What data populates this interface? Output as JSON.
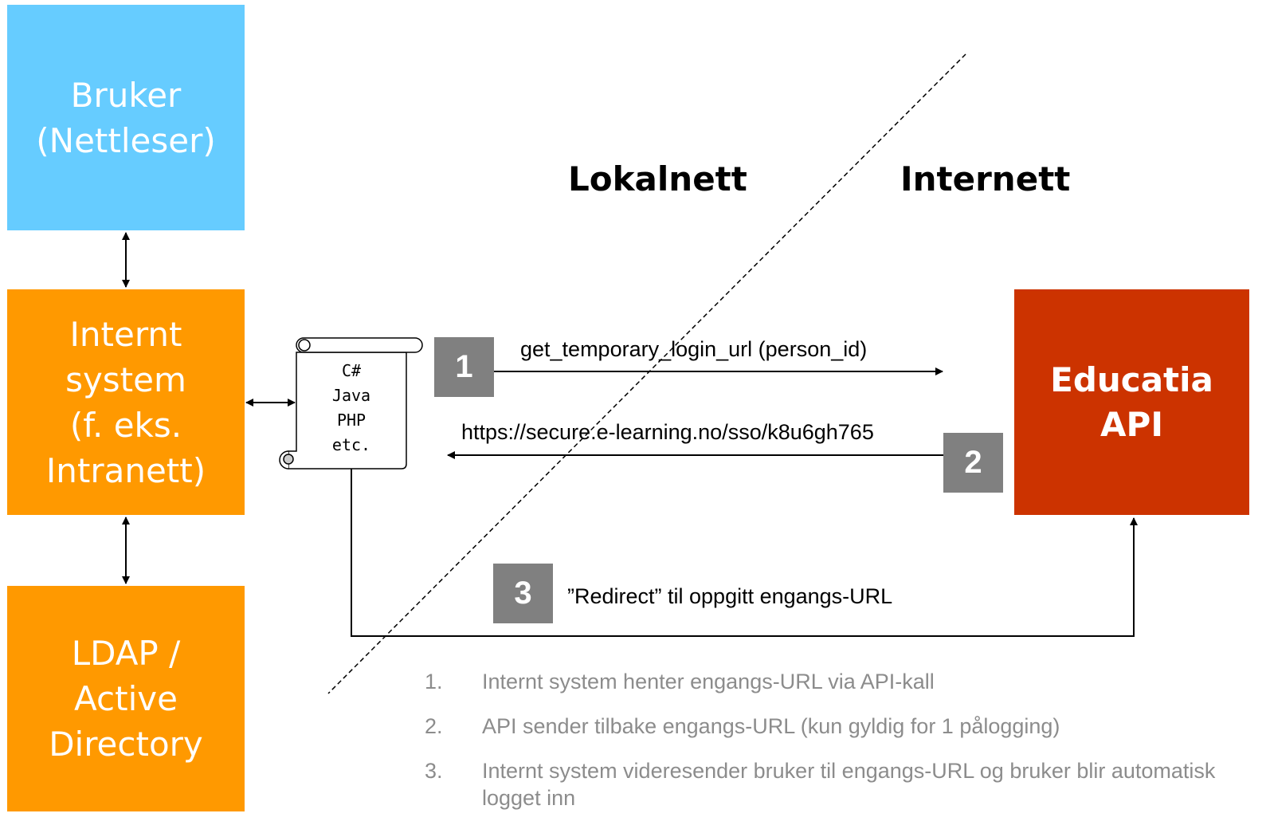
{
  "boxes": {
    "browser": "Bruker\n(Nettleser)",
    "internal": "Internt\nsystem\n(f. eks.\nIntranett)",
    "ldap": "LDAP /\nActive\nDirectory",
    "api": "Educatia\nAPI"
  },
  "zones": {
    "local": "Lokalnett",
    "internet": "Internett"
  },
  "script_languages": "C#\nJava\nPHP\netc.",
  "flows": [
    {
      "step": "1",
      "label": "get_temporary_login_url (person_id)"
    },
    {
      "step": "2",
      "label": "https://secure.e-learning.no/sso/k8u6gh765"
    },
    {
      "step": "3",
      "label": "”Redirect” til oppgitt engangs-URL"
    }
  ],
  "steps_list": [
    {
      "num": "1.",
      "text": "Internt system henter engangs-URL via API-kall"
    },
    {
      "num": "2.",
      "text": "API sender tilbake engangs-URL (kun gyldig for 1 pålogging)"
    },
    {
      "num": "3.",
      "text": "Internt system videresender bruker til engangs-URL og bruker blir automatisk logget inn"
    }
  ],
  "colors": {
    "browser": "#66ccff",
    "internal": "#ff9900",
    "ldap": "#ff9900",
    "api": "#cc3300",
    "badge": "#808080",
    "list_text": "#8c8c8c"
  }
}
